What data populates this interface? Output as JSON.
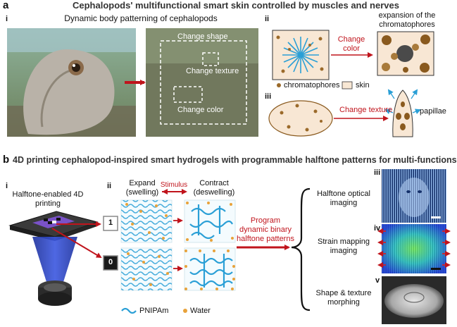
{
  "panel_a": {
    "letter": "a",
    "title": "Cephalopods' multifunctional smart skin controlled by muscles and nerves",
    "sub_i": {
      "label": "i",
      "caption": "Dynamic body patterning of cephalopods",
      "box_labels": {
        "shape": "Change shape",
        "texture": "Change texture",
        "color": "Change color"
      }
    },
    "sub_ii": {
      "label": "ii",
      "arrow_label": "Change color",
      "expansion_label": "expansion of the chromatophores",
      "legend": {
        "chromatophores": "chromatophores",
        "skin": "skin"
      }
    },
    "sub_iii": {
      "label": "iii",
      "arrow_label": "Change texture",
      "papillae_label": "papillae"
    }
  },
  "panel_b": {
    "letter": "b",
    "title": "4D printing cephalopod-inspired smart hydrogels with programmable halftone patterns for multi-functions",
    "sub_i": {
      "label": "i",
      "caption": "Halftone-enabled 4D printing",
      "box_one": "1",
      "box_zero": "0"
    },
    "sub_ii": {
      "label": "ii",
      "expand": "Expand (swelling)",
      "stimulus": "Stimulus",
      "contract": "Contract (deswelling)",
      "legend_polymer": "PNIPAm",
      "legend_water": "Water"
    },
    "program_label": "Program dynamic binary halftone patterns",
    "sub_iii": {
      "label": "iii",
      "caption": "Halftone optical imaging"
    },
    "sub_iv": {
      "label": "iv",
      "caption": "Strain mapping imaging"
    },
    "sub_v": {
      "label": "v",
      "caption": "Shape & texture morphing"
    }
  },
  "colors": {
    "accent_red": "#c0141c",
    "polymer_blue": "#2a9fd6",
    "water_orange": "#e8a23a",
    "skin": "#f8e7d4"
  }
}
